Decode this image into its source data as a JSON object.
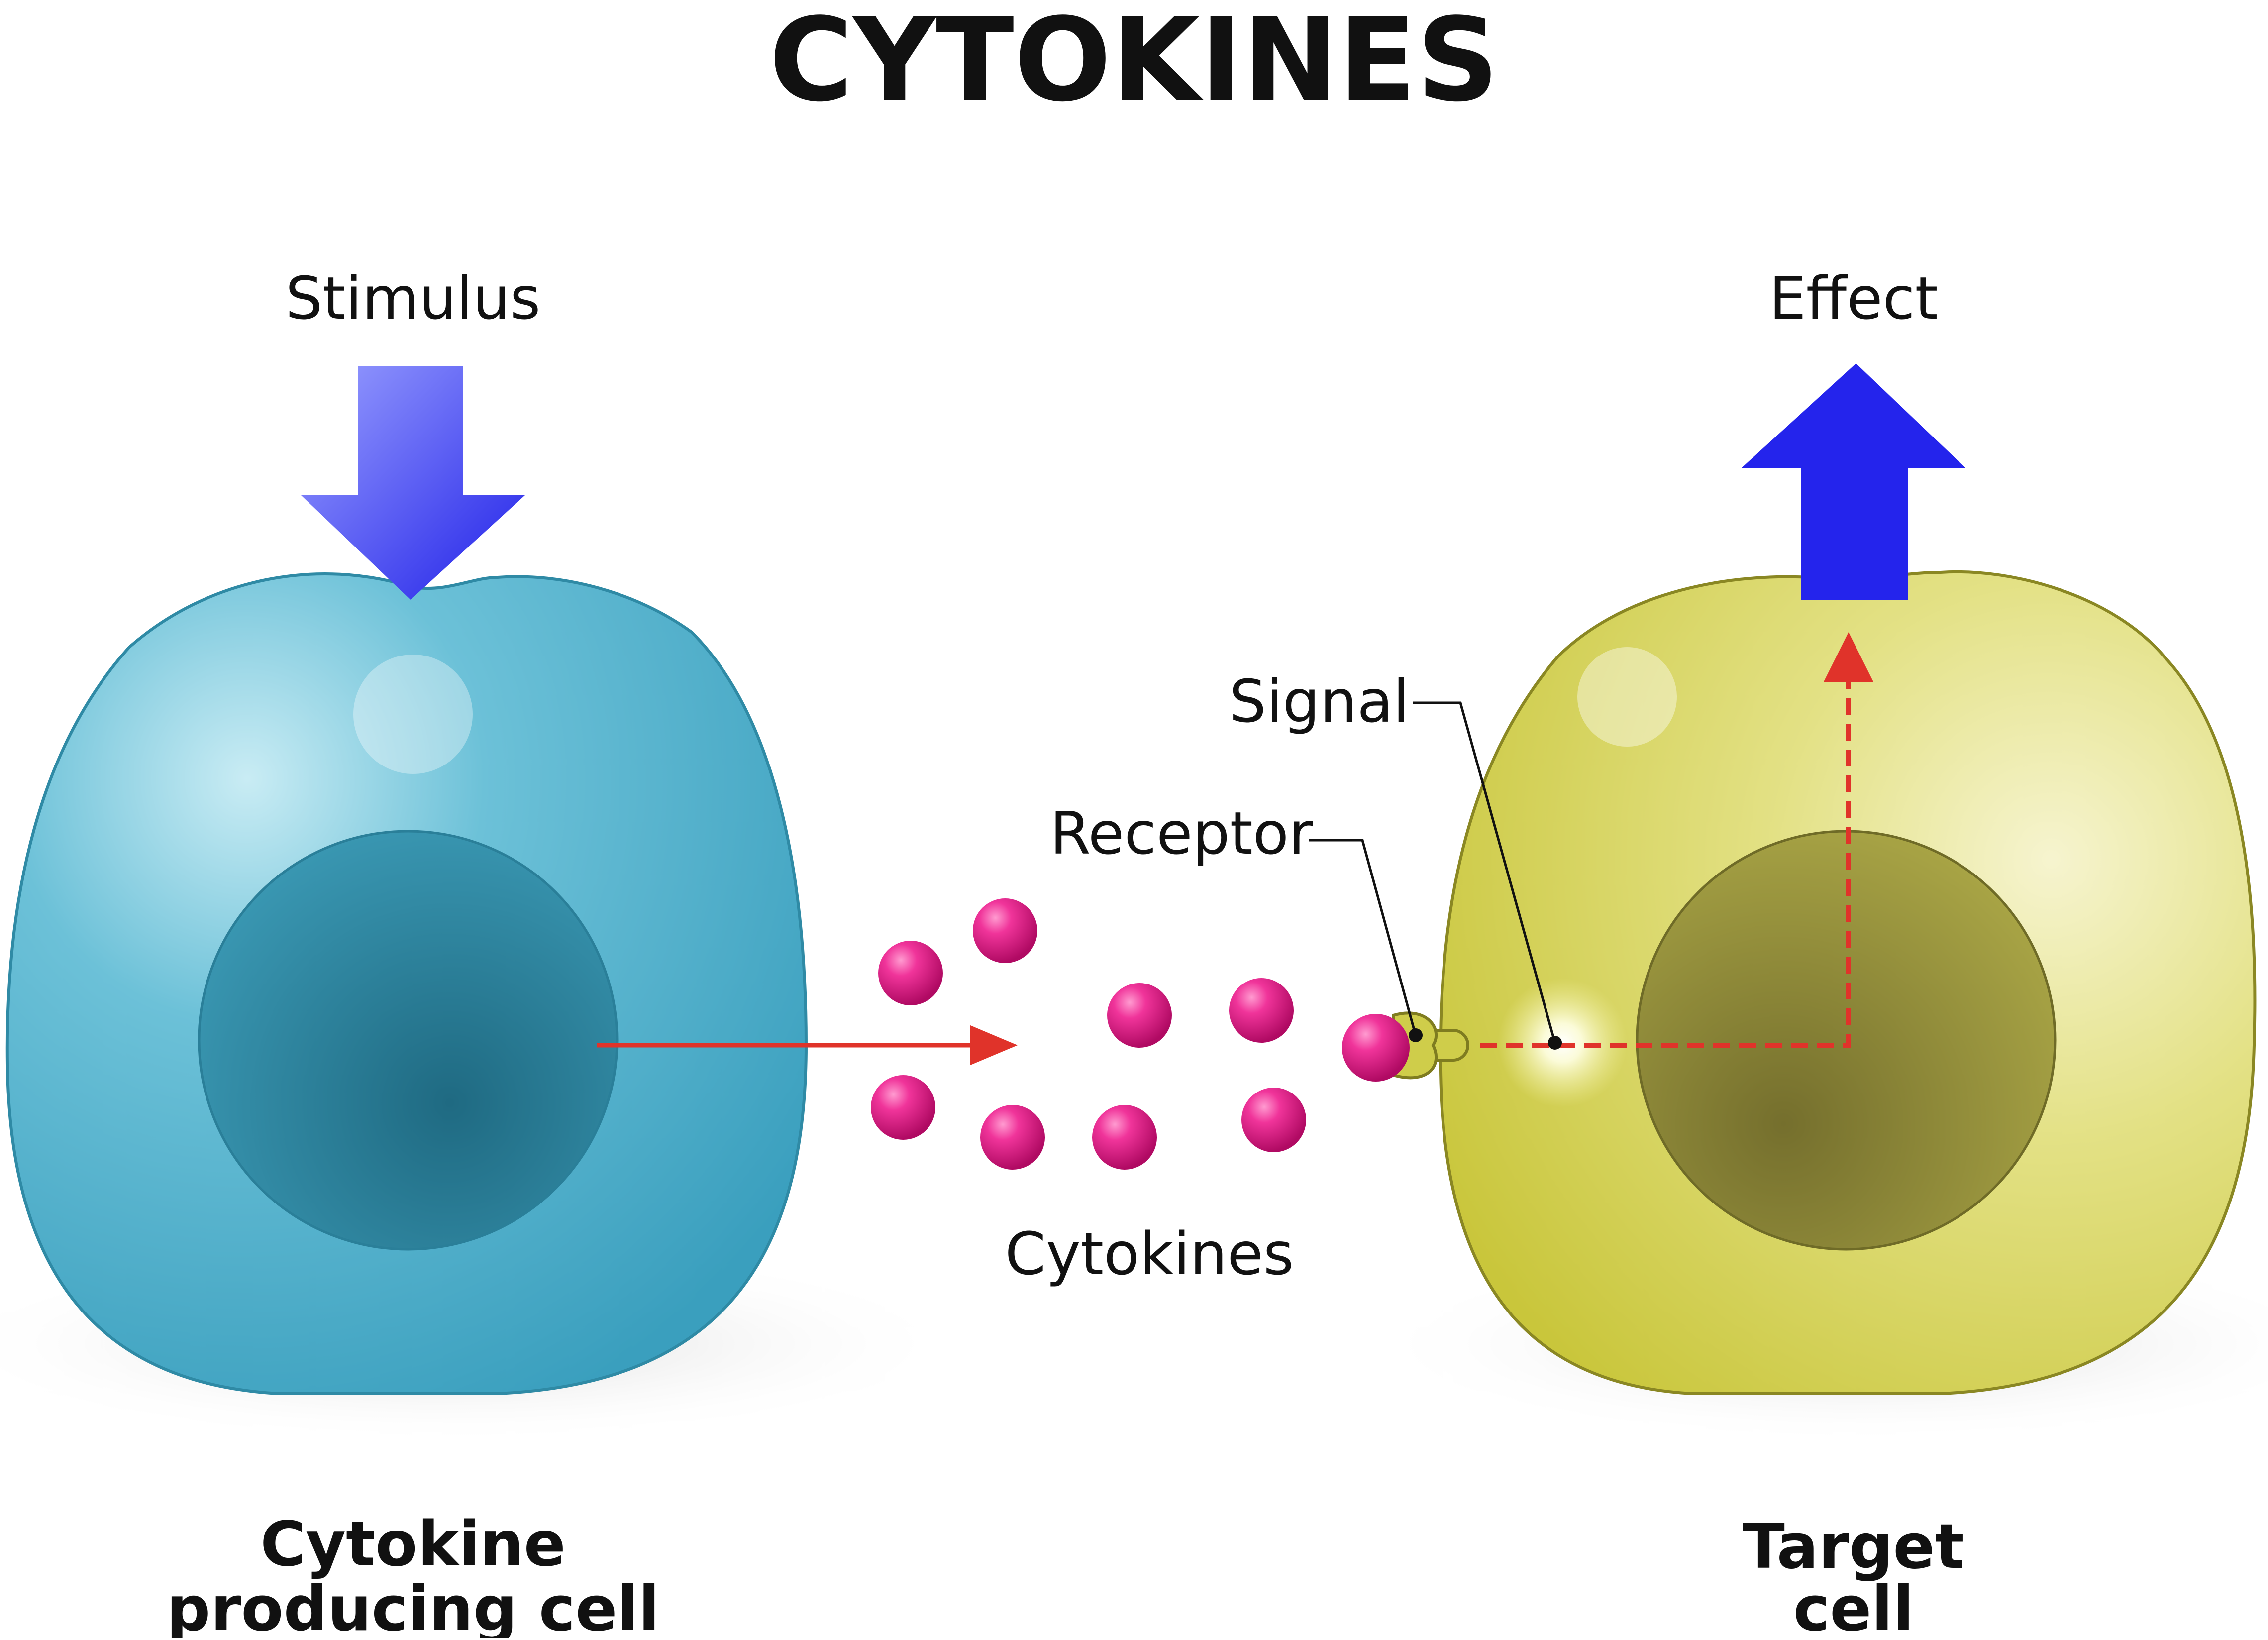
{
  "title": "CYTOKINES",
  "labels": {
    "stimulus": "Stimulus",
    "effect": "Effect",
    "signal": "Signal",
    "receptor": "Receptor",
    "cytokines": "Cytokines",
    "producing_cell_line1": "Cytokine",
    "producing_cell_line2": "producing cell",
    "target_cell_line1": "Target",
    "target_cell_line2": "cell"
  },
  "colors": {
    "producing_cell": "#4aaec8",
    "producing_nucleus": "#2a7f99",
    "target_cell": "#cfcd4a",
    "target_nucleus": "#8e8a36",
    "cytokine": "#e0147e",
    "arrow_blue": "#2a2cf0",
    "signal_arrow": "#e03a2c"
  }
}
